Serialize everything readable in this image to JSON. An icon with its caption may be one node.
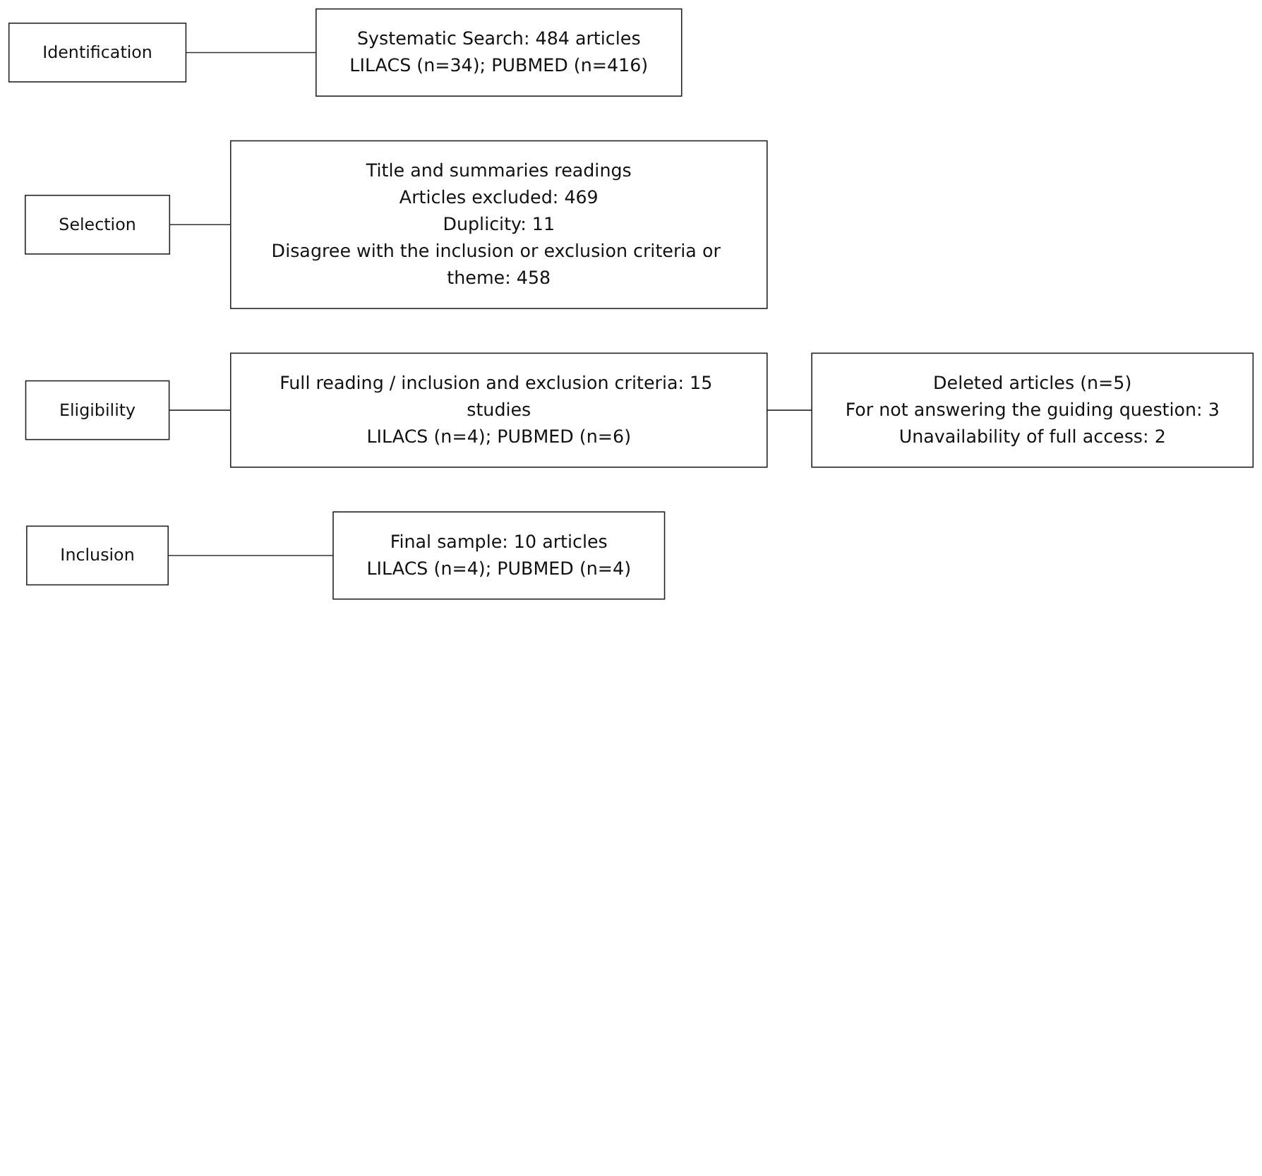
{
  "diagram": {
    "nodes": [
      {
        "text": [
          "Identification"
        ]
      },
      {
        "text": [
          "Systematic Search: 484 articles",
          "LILACS (n=34); PUBMED (n=416)"
        ]
      },
      {
        "text": [
          "Selection"
        ]
      },
      {
        "text": [
          "Title and summaries readings",
          "Articles excluded: 469",
          "Duplicity: 11",
          "Disagree with the inclusion or exclusion criteria or theme: 458"
        ]
      },
      {
        "text": [
          "Eligibility"
        ]
      },
      {
        "text": [
          "Full reading / inclusion and exclusion criteria: 15 studies",
          "LILACS (n=4); PUBMED (n=6)"
        ]
      },
      {
        "text": [
          "Deleted articles (n=5)",
          "For not answering the guiding question: 3",
          "Unavailability of full access: 2"
        ]
      },
      {
        "text": [
          "Inclusion"
        ]
      },
      {
        "text": [
          "Final sample: 10 articles",
          "LILACS (n=4); PUBMED (n=4)"
        ]
      }
    ],
    "edges": [
      {
        "from": 0,
        "to": 1,
        "arrow": "none"
      },
      {
        "from": 2,
        "to": 3,
        "arrow": "none"
      },
      {
        "from": 4,
        "to": 5,
        "arrow": "none"
      },
      {
        "from": 5,
        "to": 6,
        "arrow": "none"
      },
      {
        "from": 7,
        "to": 8,
        "arrow": "none"
      }
    ]
  }
}
